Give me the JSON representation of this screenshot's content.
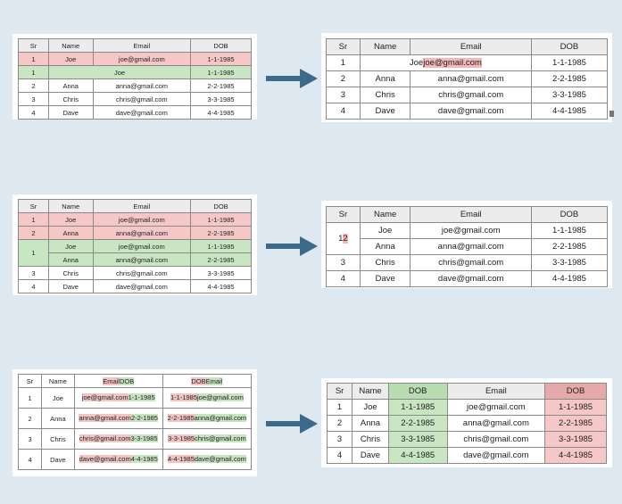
{
  "headers": {
    "sr": "Sr",
    "name": "Name",
    "email": "Email",
    "dob": "DOB"
  },
  "colors": {
    "highlight_red": "#f6c7c7",
    "highlight_green": "#c9e6c3",
    "arrow": "#3d6a8a",
    "background": "#dde8f0"
  },
  "icons": {
    "arrow": "right-arrow-icon",
    "merge_marker": "merge-marker-icon"
  },
  "example1": {
    "before": {
      "rows": [
        {
          "sr": "1",
          "name": "Joe",
          "email": "joe@gmail.com",
          "dob": "1-1-1985"
        },
        {
          "sr": "1",
          "merged": "Joe",
          "dob": "1-1-1985"
        },
        {
          "sr": "2",
          "name": "Anna",
          "email": "anna@gmail.com",
          "dob": "2-2-1985"
        },
        {
          "sr": "3",
          "name": "Chris",
          "email": "chris@gmail.com",
          "dob": "3-3-1985"
        },
        {
          "sr": "4",
          "name": "Dave",
          "email": "dave@gmail.com",
          "dob": "4-4-1985"
        }
      ]
    },
    "after": {
      "rows": [
        {
          "sr": "1",
          "merged_plain": "Joe",
          "merged_hl": "joe@gmail.com",
          "dob": "1-1-1985"
        },
        {
          "sr": "2",
          "name": "Anna",
          "email": "anna@gmail.com",
          "dob": "2-2-1985"
        },
        {
          "sr": "3",
          "name": "Chris",
          "email": "chris@gmail.com",
          "dob": "3-3-1985"
        },
        {
          "sr": "4",
          "name": "Dave",
          "email": "dave@gmail.com",
          "dob": "4-4-1985"
        }
      ]
    }
  },
  "example2": {
    "before": {
      "rows": [
        {
          "sr": "1",
          "name": "Joe",
          "email": "joe@gmail.com",
          "dob": "1-1-1985"
        },
        {
          "sr": "2",
          "name": "Anna",
          "email": "anna@gmail.com",
          "dob": "2-2-1985"
        },
        {
          "sr": "1",
          "name": "Joe",
          "email": "joe@gmail.com",
          "dob": "1-1-1985"
        },
        {
          "name": "Anna",
          "email": "anna@gmail.com",
          "dob": "2-2-1985"
        },
        {
          "sr": "3",
          "name": "Chris",
          "email": "chris@gmail.com",
          "dob": "3-3-1985"
        },
        {
          "sr": "4",
          "name": "Dave",
          "email": "dave@gmail.com",
          "dob": "4-4-1985"
        }
      ]
    },
    "after": {
      "rows": [
        {
          "sr_plain": "1",
          "sr_hl": "2",
          "name": "Joe",
          "email": "joe@gmail.com",
          "dob": "1-1-1985"
        },
        {
          "name": "Anna",
          "email": "anna@gmail.com",
          "dob": "2-2-1985"
        },
        {
          "sr": "3",
          "name": "Chris",
          "email": "chris@gmail.com",
          "dob": "3-3-1985"
        },
        {
          "sr": "4",
          "name": "Dave",
          "email": "dave@gmail.com",
          "dob": "4-4-1985"
        }
      ]
    }
  },
  "example3": {
    "before": {
      "header_col3_a": "Email",
      "header_col3_b": "DOB",
      "header_col4_a": "DOB",
      "header_col4_b": "Email",
      "rows": [
        {
          "sr": "1",
          "name": "Joe",
          "c3a": "joe@gmail.com",
          "c3b": "1-1-1985",
          "c4a": "1-1-1985",
          "c4b": "joe@gmail.com"
        },
        {
          "sr": "2",
          "name": "Anna",
          "c3a": "anna@gmail.com",
          "c3b": "2-2-1985",
          "c4a": "2-2-1985",
          "c4b": "anna@gmail.com"
        },
        {
          "sr": "3",
          "name": "Chris",
          "c3a": "chris@gmail.com",
          "c3b": "3-3-1985",
          "c4a": "3-3-1985",
          "c4b": "chris@gmail.com"
        },
        {
          "sr": "4",
          "name": "Dave",
          "c3a": "dave@gmail.com",
          "c3b": "4-4-1985",
          "c4a": "4-4-1985",
          "c4b": "dave@gmail.com"
        }
      ]
    },
    "after": {
      "rows": [
        {
          "sr": "1",
          "name": "Joe",
          "dob": "1-1-1985",
          "email": "joe@gmail.com",
          "dob2": "1-1-1985"
        },
        {
          "sr": "2",
          "name": "Anna",
          "dob": "2-2-1985",
          "email": "anna@gmail.com",
          "dob2": "2-2-1985"
        },
        {
          "sr": "3",
          "name": "Chris",
          "dob": "3-3-1985",
          "email": "chris@gmail.com",
          "dob2": "3-3-1985"
        },
        {
          "sr": "4",
          "name": "Dave",
          "dob": "4-4-1985",
          "email": "dave@gmail.com",
          "dob2": "4-4-1985"
        }
      ]
    }
  }
}
